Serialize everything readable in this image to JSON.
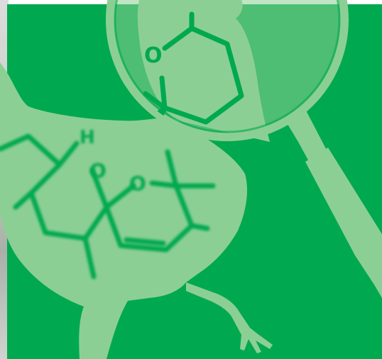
{
  "colors": {
    "background_green": "#00a94f",
    "silhouette_green": "#8ccf94",
    "bond_green": "#00a94f",
    "backdrop_gray": "#c9cfc8"
  },
  "atoms": {
    "lens_oxygen": "O",
    "body_hydrogen": "H",
    "body_oxygen_left": "O",
    "body_oxygen_right": "O"
  },
  "icons": {
    "bird": "hen-silhouette-icon",
    "magnifier": "magnifying-glass-icon"
  }
}
